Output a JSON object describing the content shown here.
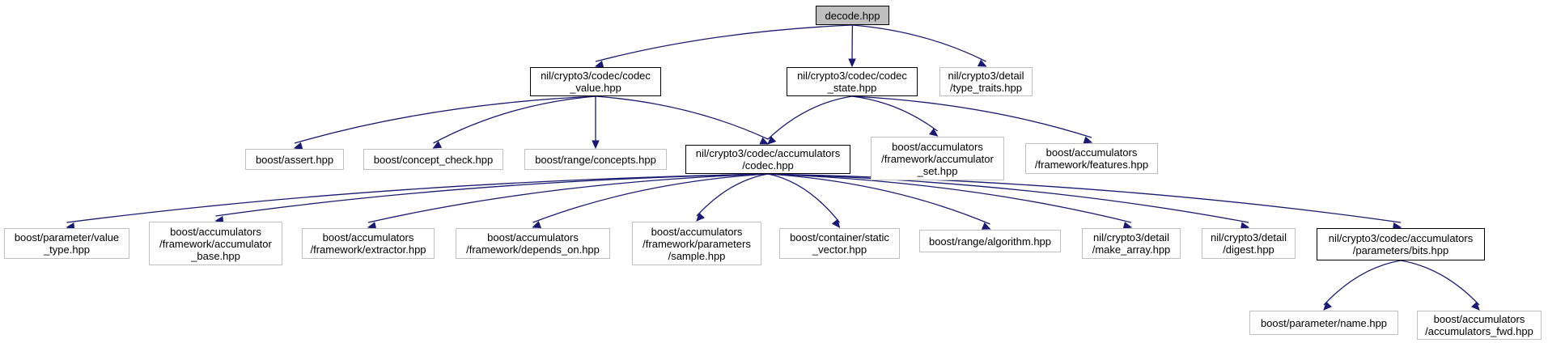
{
  "colors": {
    "edge": "#191970",
    "root_fill": "#bfbfbf",
    "documented_border": "#000000",
    "external_border": "#bfbfbf"
  },
  "nodes": [
    {
      "id": "decode",
      "lines": [
        "decode.hpp"
      ],
      "kind": "root"
    },
    {
      "id": "codec_value",
      "lines": [
        "nil/crypto3/codec/codec",
        "_value.hpp"
      ],
      "kind": "doc"
    },
    {
      "id": "codec_state",
      "lines": [
        "nil/crypto3/codec/codec",
        "_state.hpp"
      ],
      "kind": "doc"
    },
    {
      "id": "type_traits",
      "lines": [
        "nil/crypto3/detail",
        "/type_traits.hpp"
      ],
      "kind": "external"
    },
    {
      "id": "assert",
      "lines": [
        "boost/assert.hpp"
      ],
      "kind": "external"
    },
    {
      "id": "concept_check",
      "lines": [
        "boost/concept_check.hpp"
      ],
      "kind": "external"
    },
    {
      "id": "range_concepts",
      "lines": [
        "boost/range/concepts.hpp"
      ],
      "kind": "external"
    },
    {
      "id": "acc_codec",
      "lines": [
        "nil/crypto3/codec/accumulators",
        "/codec.hpp"
      ],
      "kind": "doc"
    },
    {
      "id": "accumulator_set",
      "lines": [
        "boost/accumulators",
        "/framework/accumulator",
        "_set.hpp"
      ],
      "kind": "external"
    },
    {
      "id": "features",
      "lines": [
        "boost/accumulators",
        "/framework/features.hpp"
      ],
      "kind": "external"
    },
    {
      "id": "value_type",
      "lines": [
        "boost/parameter/value",
        "_type.hpp"
      ],
      "kind": "external"
    },
    {
      "id": "accumulator_base",
      "lines": [
        "boost/accumulators",
        "/framework/accumulator",
        "_base.hpp"
      ],
      "kind": "external"
    },
    {
      "id": "extractor",
      "lines": [
        "boost/accumulators",
        "/framework/extractor.hpp"
      ],
      "kind": "external"
    },
    {
      "id": "depends_on",
      "lines": [
        "boost/accumulators",
        "/framework/depends_on.hpp"
      ],
      "kind": "external"
    },
    {
      "id": "sample",
      "lines": [
        "boost/accumulators",
        "/framework/parameters",
        "/sample.hpp"
      ],
      "kind": "external"
    },
    {
      "id": "static_vector",
      "lines": [
        "boost/container/static",
        "_vector.hpp"
      ],
      "kind": "external"
    },
    {
      "id": "range_algorithm",
      "lines": [
        "boost/range/algorithm.hpp"
      ],
      "kind": "external"
    },
    {
      "id": "make_array",
      "lines": [
        "nil/crypto3/detail",
        "/make_array.hpp"
      ],
      "kind": "external"
    },
    {
      "id": "digest",
      "lines": [
        "nil/crypto3/detail",
        "/digest.hpp"
      ],
      "kind": "external"
    },
    {
      "id": "bits",
      "lines": [
        "nil/crypto3/codec/accumulators",
        "/parameters/bits.hpp"
      ],
      "kind": "doc"
    },
    {
      "id": "param_name",
      "lines": [
        "boost/parameter/name.hpp"
      ],
      "kind": "external"
    },
    {
      "id": "accumulators_fwd",
      "lines": [
        "boost/accumulators",
        "/accumulators_fwd.hpp"
      ],
      "kind": "external"
    }
  ],
  "edges": [
    [
      "decode",
      "codec_value"
    ],
    [
      "decode",
      "codec_state"
    ],
    [
      "decode",
      "type_traits"
    ],
    [
      "codec_value",
      "assert"
    ],
    [
      "codec_value",
      "concept_check"
    ],
    [
      "codec_value",
      "range_concepts"
    ],
    [
      "codec_value",
      "acc_codec"
    ],
    [
      "codec_state",
      "acc_codec"
    ],
    [
      "codec_state",
      "accumulator_set"
    ],
    [
      "codec_state",
      "features"
    ],
    [
      "acc_codec",
      "value_type"
    ],
    [
      "acc_codec",
      "accumulator_base"
    ],
    [
      "acc_codec",
      "extractor"
    ],
    [
      "acc_codec",
      "depends_on"
    ],
    [
      "acc_codec",
      "sample"
    ],
    [
      "acc_codec",
      "static_vector"
    ],
    [
      "acc_codec",
      "range_algorithm"
    ],
    [
      "acc_codec",
      "make_array"
    ],
    [
      "acc_codec",
      "digest"
    ],
    [
      "acc_codec",
      "bits"
    ],
    [
      "bits",
      "param_name"
    ],
    [
      "bits",
      "accumulators_fwd"
    ]
  ]
}
